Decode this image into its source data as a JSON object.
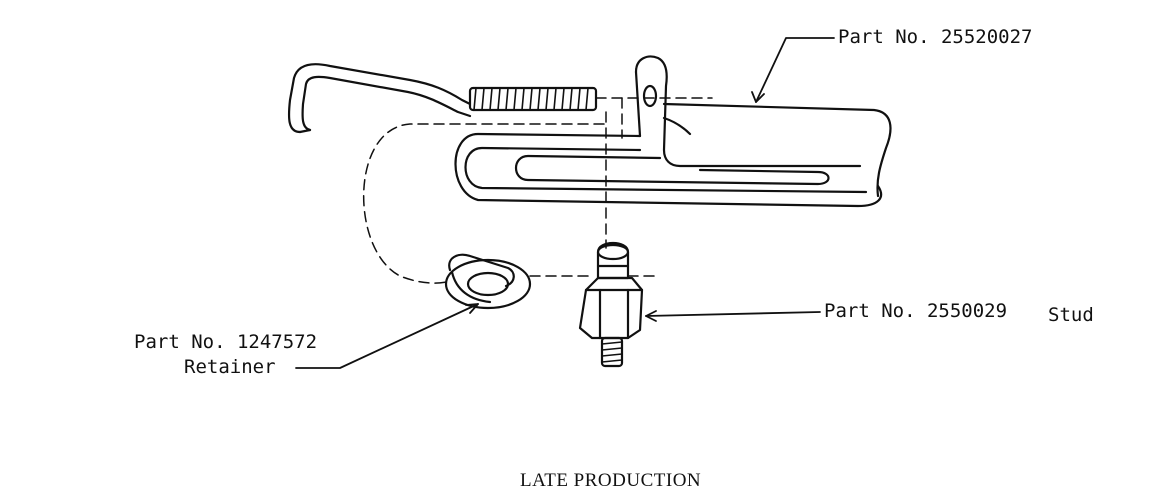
{
  "labels": {
    "bracket_part": "Part No. 25520027",
    "stud_part": "Part No. 2550029",
    "stud_name": "Stud",
    "retainer_part": "Part No. 1247572",
    "retainer_name": "Retainer"
  },
  "caption": "LATE PRODUCTION"
}
